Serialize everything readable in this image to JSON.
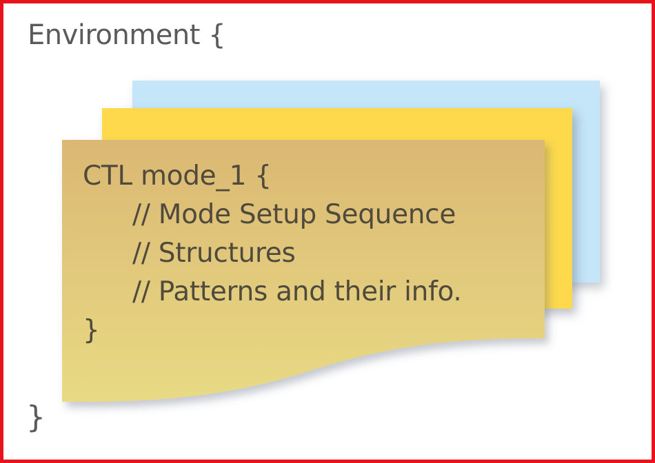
{
  "diagram": {
    "environment_open": "Environment {",
    "environment_close": "}",
    "layers": [
      {
        "name": "back",
        "color": "#c4e6f8"
      },
      {
        "name": "middle",
        "color": "#fdd94b"
      },
      {
        "name": "front",
        "color_top": "#dbb873",
        "color_bottom": "#e8da84"
      }
    ],
    "front_note": {
      "header": "CTL mode_1 {",
      "lines": [
        "// Mode Setup Sequence",
        "// Structures",
        "// Patterns and their info."
      ],
      "footer": "}"
    },
    "frame_color": "#e8141c"
  }
}
